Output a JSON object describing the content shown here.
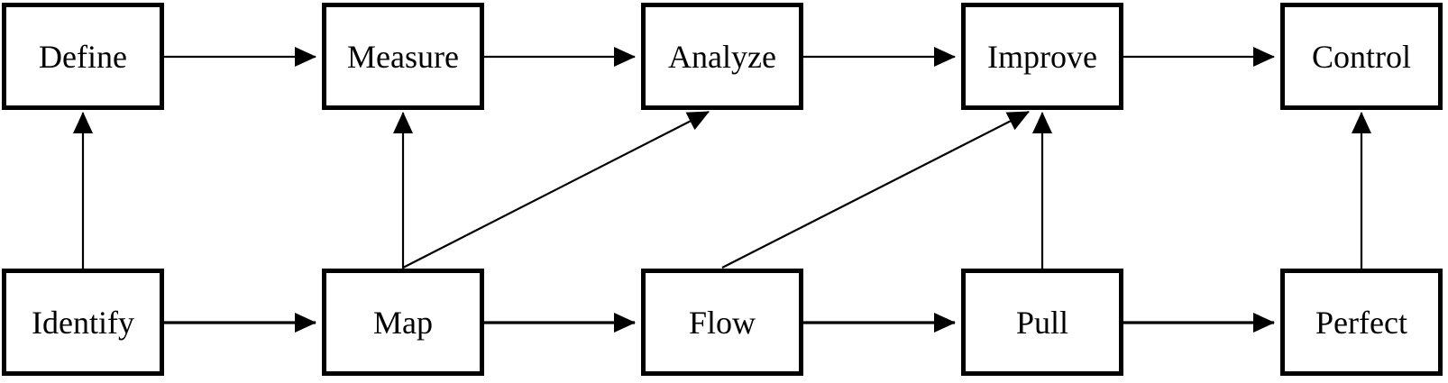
{
  "diagram": {
    "type": "flowchart",
    "colors": {
      "background": "#ffffff",
      "box_fill": "#ffffff",
      "box_border": "#000000",
      "line": "#000000",
      "text": "#000000"
    },
    "boxes": {
      "define": {
        "label": "Define"
      },
      "measure": {
        "label": "Measure"
      },
      "analyze": {
        "label": "Analyze"
      },
      "improve": {
        "label": "Improve"
      },
      "control": {
        "label": "Control"
      },
      "identify": {
        "label": "Identify"
      },
      "map": {
        "label": "Map"
      },
      "flow": {
        "label": "Flow"
      },
      "pull": {
        "label": "Pull"
      },
      "perfect": {
        "label": "Perfect"
      }
    },
    "rows": {
      "top": [
        "Define",
        "Measure",
        "Analyze",
        "Improve",
        "Control"
      ],
      "bottom": [
        "Identify",
        "Map",
        "Flow",
        "Pull",
        "Perfect"
      ]
    },
    "edges": [
      {
        "from": "Define",
        "to": "Measure",
        "direction": "right",
        "weight": "thin"
      },
      {
        "from": "Measure",
        "to": "Analyze",
        "direction": "right",
        "weight": "thin"
      },
      {
        "from": "Analyze",
        "to": "Improve",
        "direction": "right",
        "weight": "thin"
      },
      {
        "from": "Improve",
        "to": "Control",
        "direction": "right",
        "weight": "thin"
      },
      {
        "from": "Identify",
        "to": "Map",
        "direction": "right",
        "weight": "thick"
      },
      {
        "from": "Map",
        "to": "Flow",
        "direction": "right",
        "weight": "thick"
      },
      {
        "from": "Flow",
        "to": "Pull",
        "direction": "right",
        "weight": "thick"
      },
      {
        "from": "Pull",
        "to": "Perfect",
        "direction": "right",
        "weight": "thick"
      },
      {
        "from": "Identify",
        "to": "Define",
        "direction": "up",
        "weight": "thin"
      },
      {
        "from": "Map",
        "to": "Measure",
        "direction": "up",
        "weight": "thin"
      },
      {
        "from": "Pull",
        "to": "Improve",
        "direction": "up",
        "weight": "thin"
      },
      {
        "from": "Perfect",
        "to": "Control",
        "direction": "up",
        "weight": "thin"
      },
      {
        "from": "Map",
        "to": "Analyze",
        "direction": "up-diagonal",
        "weight": "thin"
      },
      {
        "from": "Flow",
        "to": "Improve",
        "direction": "up-diagonal",
        "weight": "thin"
      }
    ]
  }
}
